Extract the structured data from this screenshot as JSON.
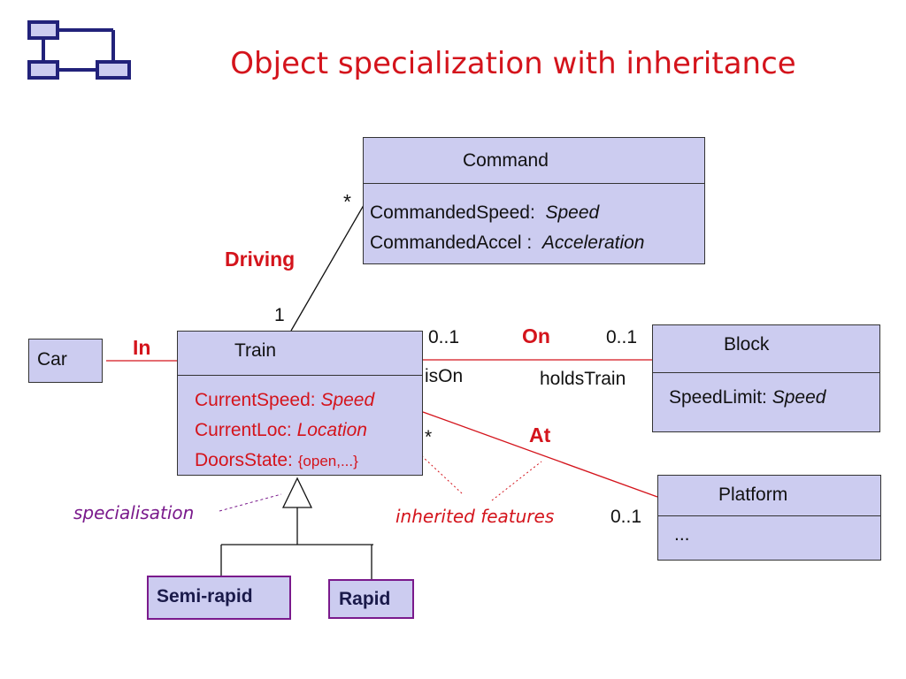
{
  "slide": {
    "title": "Object specialization with inheritance"
  },
  "classes": {
    "command": {
      "name": "Command",
      "attrs": [
        {
          "name": "CommandedSpeed:",
          "type": "Speed"
        },
        {
          "name": "CommandedAccel :",
          "type": "Acceleration"
        }
      ]
    },
    "train": {
      "name": "Train",
      "attrs": [
        {
          "name": "CurrentSpeed:",
          "type": "Speed"
        },
        {
          "name": "CurrentLoc:",
          "type": "Location"
        },
        {
          "name": "DoorsState:",
          "type": "{open,...}"
        }
      ]
    },
    "car": {
      "name": "Car"
    },
    "block": {
      "name": "Block",
      "attrs": [
        {
          "name": "SpeedLimit:",
          "type": "Speed"
        }
      ]
    },
    "platform": {
      "name": "Platform",
      "body": "..."
    },
    "semi_rapid": {
      "name": "Semi-rapid"
    },
    "rapid": {
      "name": "Rapid"
    }
  },
  "associations": {
    "driving": {
      "label": "Driving",
      "mult_command": "*",
      "mult_train": "1"
    },
    "in": {
      "label": "In"
    },
    "on": {
      "label": "On",
      "mult_train": "0..1",
      "mult_block": "0..1",
      "role_train": "isOn",
      "role_block": "holdsTrain"
    },
    "at": {
      "label": "At",
      "mult_train": "*",
      "mult_platform": "0..1"
    }
  },
  "annotations": {
    "specialisation": "specialisation",
    "inherited": "inherited features"
  },
  "colors": {
    "title": "#d4141c",
    "class_fill": "#ccccf0",
    "accent": "#d4141c",
    "annotation_purple": "#7a1a8c",
    "subclass_border": "#7a1a8c"
  }
}
